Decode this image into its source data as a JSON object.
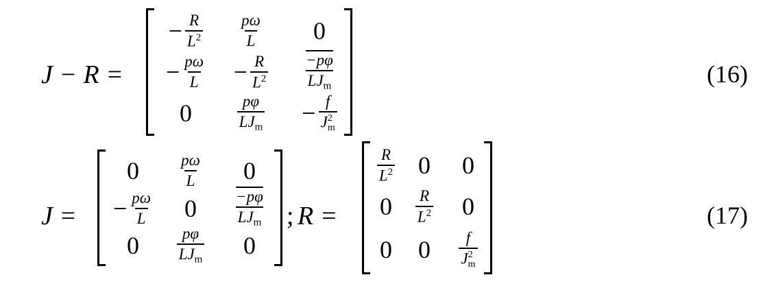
{
  "equation_16": {
    "lhs": "J − R =",
    "number": "(16)"
  },
  "equation_17": {
    "lhs_j": "J =",
    "separator": ";",
    "lhs_r": "R =",
    "number": "(17)"
  },
  "symbols": {
    "zero": "0",
    "minus": "−",
    "R": "R",
    "L": "L",
    "two": "2",
    "p_omega": "pω",
    "p_phi": "pφ",
    "neg_p_phi": "−pφ",
    "f": "f",
    "J": "J",
    "m": "m"
  }
}
